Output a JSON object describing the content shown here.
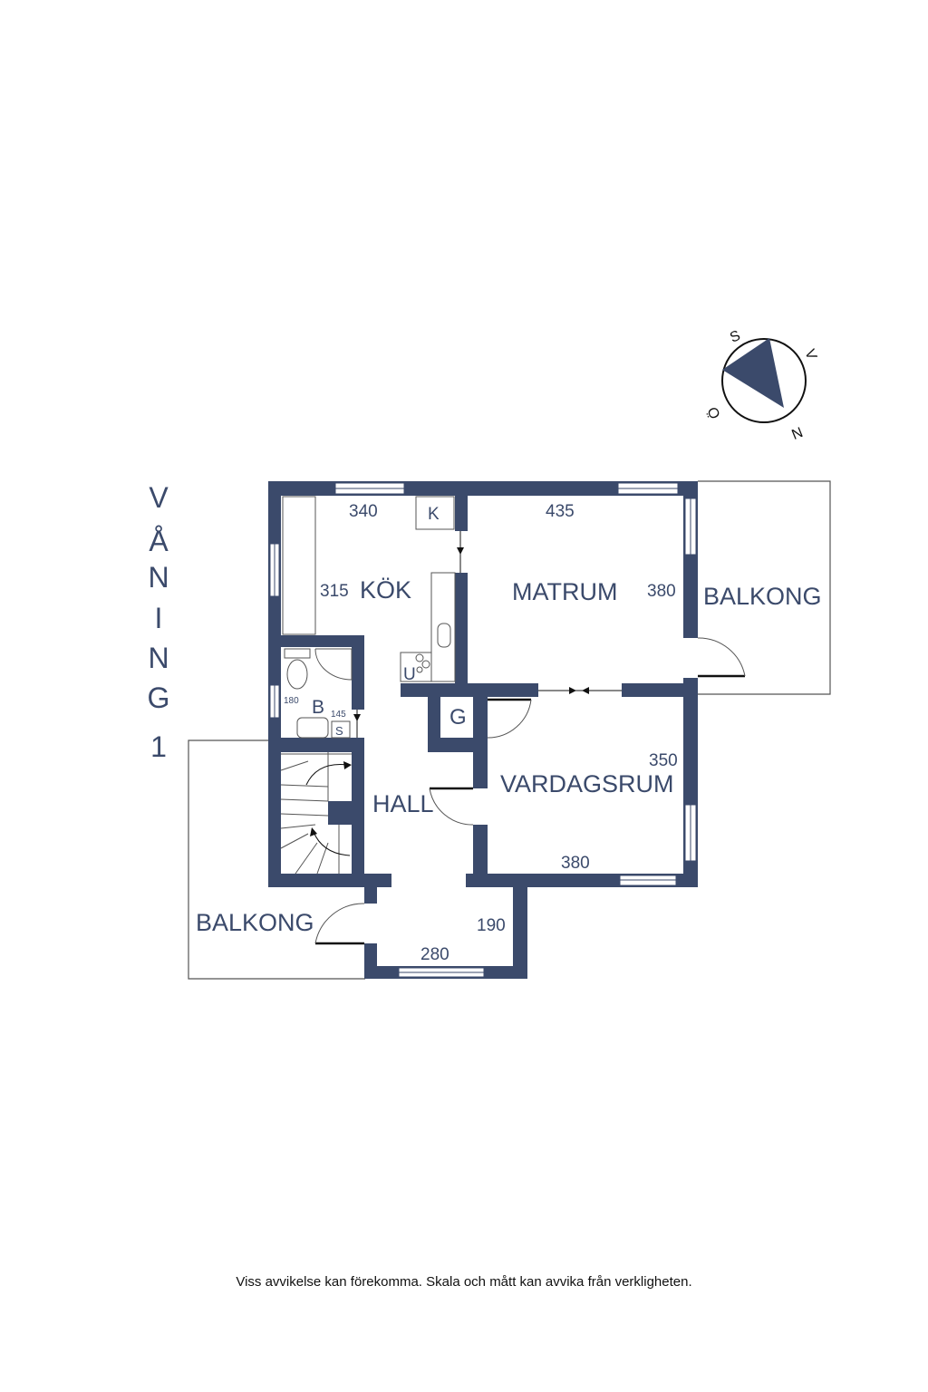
{
  "floor_label": [
    "V",
    "Å",
    "N",
    "I",
    "N",
    "G",
    "1"
  ],
  "rooms": {
    "kok": "KÖK",
    "matrum": "MATRUM",
    "balkong_right": "BALKONG",
    "vardagsrum": "VARDAGSRUM",
    "hall": "HALL",
    "balkong_left": "BALKONG",
    "bad": "B",
    "garderob": "G"
  },
  "fixtures": {
    "kyl": "K",
    "ugn": "U",
    "skap": "S"
  },
  "dimensions": {
    "kok_width": "340",
    "kok_depth": "315",
    "matrum_width": "435",
    "matrum_depth": "380",
    "bad_depth": "180",
    "bad_width": "145",
    "vardagsrum_depth": "350",
    "vardagsrum_width": "380",
    "hall_depth": "190",
    "hall_width": "280"
  },
  "compass": {
    "s": "S",
    "v": "V",
    "n": "N",
    "o": "Ö"
  },
  "disclaimer": "Viss avvikelse kan förekomma. Skala och mått kan avvika från verkligheten.",
  "colors": {
    "wall": "#3b4a6b",
    "text": "#3b4a6b",
    "outline": "#555555"
  }
}
